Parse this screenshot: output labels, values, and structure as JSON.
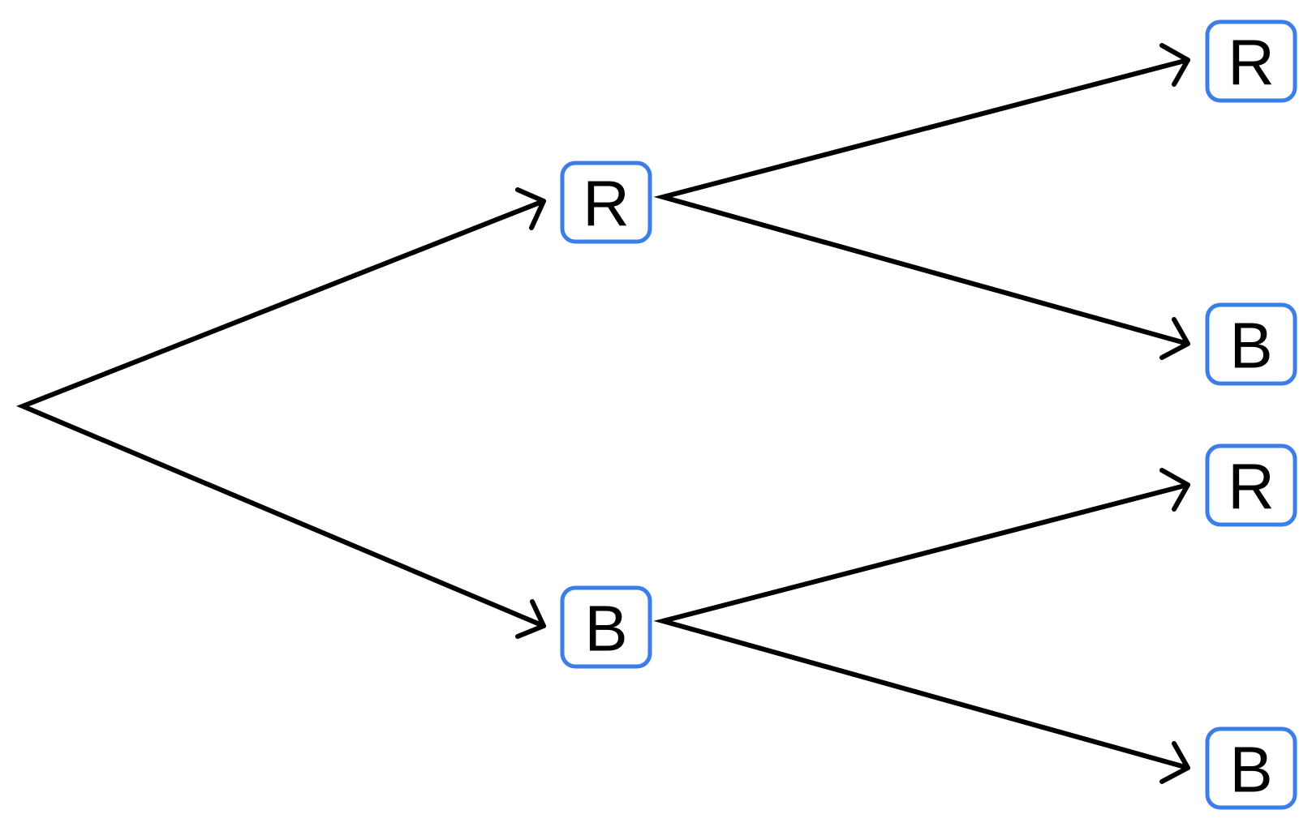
{
  "colors": {
    "node_border": "#3b7de9",
    "line": "#000000",
    "background": "#ffffff"
  },
  "tree": {
    "level1": [
      {
        "label": "R"
      },
      {
        "label": "B"
      }
    ],
    "level2": [
      {
        "label": "R"
      },
      {
        "label": "B"
      },
      {
        "label": "R"
      },
      {
        "label": "B"
      }
    ]
  }
}
